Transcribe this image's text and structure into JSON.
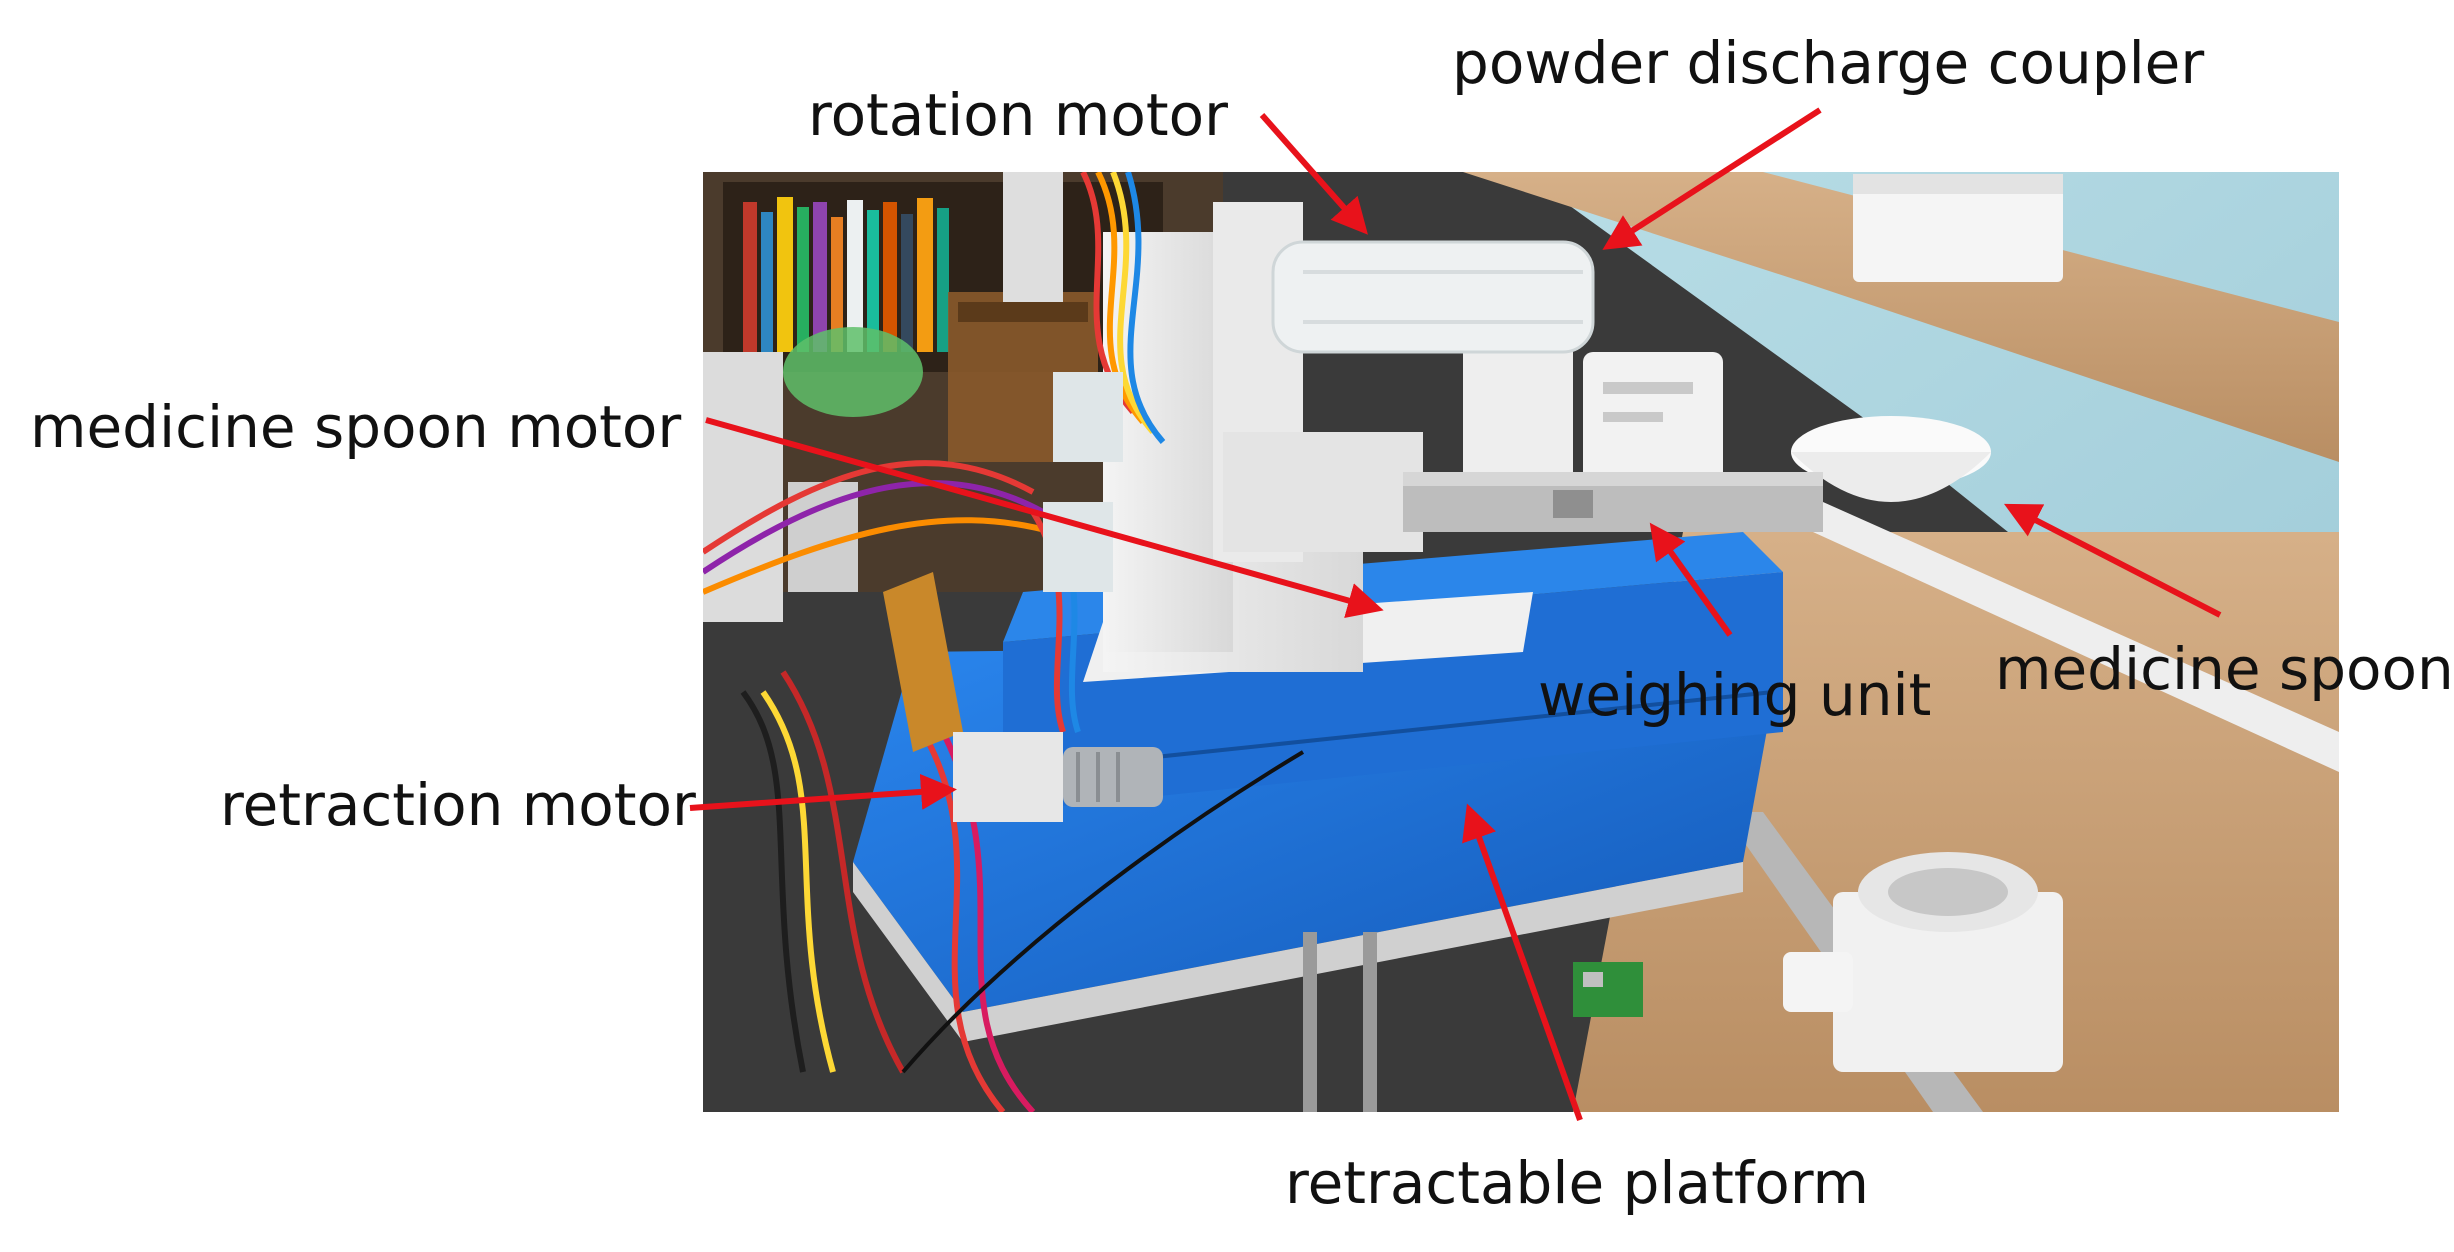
{
  "labels": {
    "rotation_motor": "rotation motor",
    "powder_discharge_coupler": "powder discharge coupler",
    "medicine_spoon_motor": "medicine spoon motor",
    "medicine_spoon": "medicine spoon",
    "weighing_unit": "weighing unit",
    "retraction_motor": "retraction motor",
    "retractable_platform": "retractable platform"
  },
  "colors": {
    "arrow": "#e8121b",
    "label_text": "#111111",
    "platform_blue": "#1e6fd6",
    "wall": "#a9d3de",
    "shelf_wood": "#c8a27a"
  }
}
